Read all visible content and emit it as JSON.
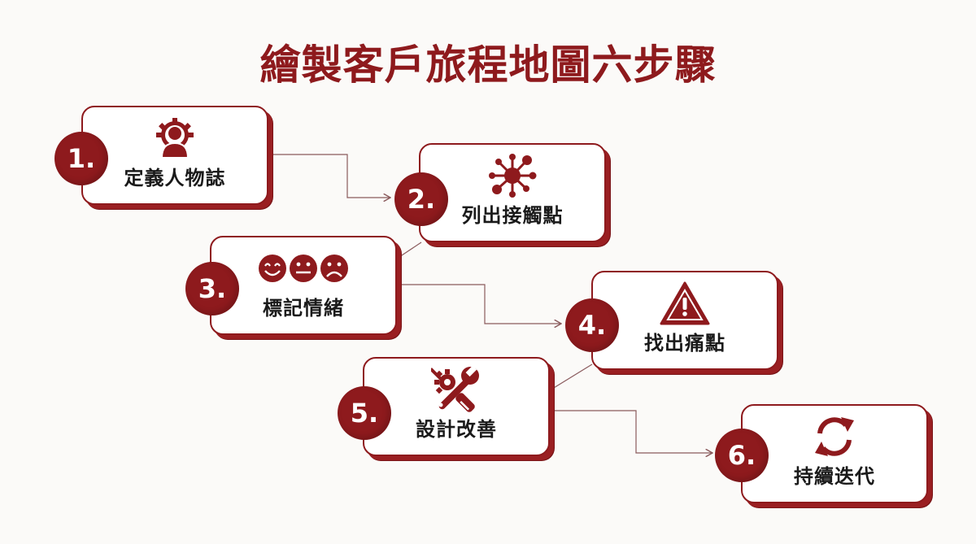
{
  "title": "繪製客戶旅程地圖六步驟",
  "colors": {
    "accent": "#8e1a1d",
    "background": "#fbfaf8",
    "card": "#ffffff",
    "text": "#1a1a1a",
    "connector": "#8a5a5c"
  },
  "steps": [
    {
      "number": "1.",
      "label": "定義人物誌",
      "icon": "persona-gear-icon"
    },
    {
      "number": "2.",
      "label": "列出接觸點",
      "icon": "touchpoint-network-icon"
    },
    {
      "number": "3.",
      "label": "標記情緒",
      "icon": "emotion-faces-icon"
    },
    {
      "number": "4.",
      "label": "找出痛點",
      "icon": "warning-triangle-icon"
    },
    {
      "number": "5.",
      "label": "設計改善",
      "icon": "tools-wrench-screwdriver-icon"
    },
    {
      "number": "6.",
      "label": "持續迭代",
      "icon": "refresh-cycle-icon"
    }
  ]
}
